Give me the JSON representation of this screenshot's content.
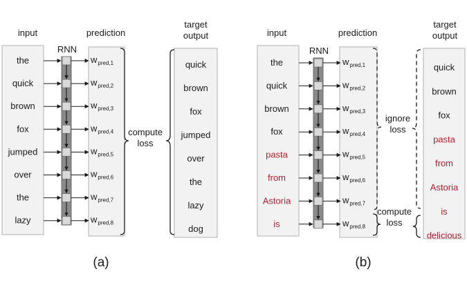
{
  "colors": {
    "highlight": "#b22234",
    "box": "#f2f2f2",
    "rnn_bar": "#8a8a8a"
  },
  "panel_a": {
    "input_header": "input",
    "rnn_label": "RNN",
    "prediction_header": "prediction",
    "target_header": [
      "target",
      "output"
    ],
    "inputs": [
      "the",
      "quick",
      "brown",
      "fox",
      "jumped",
      "over",
      "the",
      "lazy"
    ],
    "prediction_base": "w",
    "prediction_subs": [
      "pred,1",
      "pred,2",
      "pred,3",
      "pred,4",
      "pred,5",
      "pred,6",
      "pred,7",
      "pred,8"
    ],
    "targets": [
      "quick",
      "brown",
      "fox",
      "jumped",
      "over",
      "the",
      "lazy",
      "dog"
    ],
    "loss_label": [
      "compute",
      "loss"
    ],
    "caption": "(a)"
  },
  "panel_b": {
    "input_header": "input",
    "rnn_label": "RNN",
    "prediction_header": "prediction",
    "target_header": [
      "target",
      "output"
    ],
    "inputs": [
      {
        "text": "the",
        "red": false
      },
      {
        "text": "quick",
        "red": false
      },
      {
        "text": "brown",
        "red": false
      },
      {
        "text": "fox",
        "red": false
      },
      {
        "text": "pasta",
        "red": true
      },
      {
        "text": "from",
        "red": true
      },
      {
        "text": "Astoria",
        "red": true
      },
      {
        "text": "is",
        "red": true
      }
    ],
    "prediction_base": "w",
    "prediction_subs": [
      "pred,1",
      "pred,2",
      "pred,3",
      "pred,4",
      "pred,5",
      "pred,6",
      "pred,7",
      "pred,8"
    ],
    "targets": [
      {
        "text": "quick",
        "red": false
      },
      {
        "text": "brown",
        "red": false
      },
      {
        "text": "fox",
        "red": false
      },
      {
        "text": "pasta",
        "red": true
      },
      {
        "text": "from",
        "red": true
      },
      {
        "text": "Astoria",
        "red": true
      },
      {
        "text": "is",
        "red": true
      },
      {
        "text": "delicious",
        "red": true
      }
    ],
    "ignore_label": [
      "ignore",
      "loss"
    ],
    "compute_label": [
      "compute",
      "loss"
    ],
    "caption": "(b)"
  }
}
